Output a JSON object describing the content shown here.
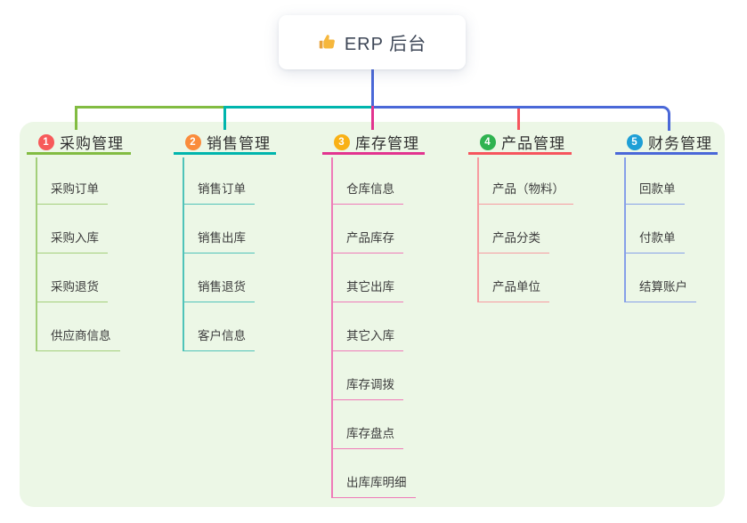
{
  "root": {
    "icon": "thumbs-up-icon",
    "label": "ERP 后台"
  },
  "branches": [
    {
      "index": "1",
      "label": "采购管理",
      "badge_color": "#f75a5a",
      "line_color": "#82bc42",
      "item_line_color": "#a3cf7a",
      "items": [
        "采购订单",
        "采购入库",
        "采购退货",
        "供应商信息"
      ]
    },
    {
      "index": "2",
      "label": "销售管理",
      "badge_color": "#fa8c3c",
      "line_color": "#00b5ad",
      "item_line_color": "#4fc3b9",
      "items": [
        "销售订单",
        "销售出库",
        "销售退货",
        "客户信息"
      ]
    },
    {
      "index": "3",
      "label": "库存管理",
      "badge_color": "#f9b115",
      "line_color": "#e2348f",
      "item_line_color": "#ef7ab8",
      "items": [
        "仓库信息",
        "产品库存",
        "其它出库",
        "其它入库",
        "库存调拨",
        "库存盘点",
        "出库库明细"
      ]
    },
    {
      "index": "4",
      "label": "产品管理",
      "badge_color": "#2fb350",
      "line_color": "#f6555d",
      "item_line_color": "#f79ba0",
      "items": [
        "产品（物料）",
        "产品分类",
        "产品单位"
      ]
    },
    {
      "index": "5",
      "label": "财务管理",
      "badge_color": "#1e9fd6",
      "line_color": "#4a68d8",
      "item_line_color": "#86a0e8",
      "items": [
        "回款单",
        "付款单",
        "结算账户"
      ]
    }
  ],
  "colors": {
    "green": "#82bc42",
    "teal": "#00b5ad",
    "magenta": "#e2348f",
    "coral": "#f6555d",
    "blue": "#4a68d8",
    "panel_bg": "#ecf7e6"
  }
}
